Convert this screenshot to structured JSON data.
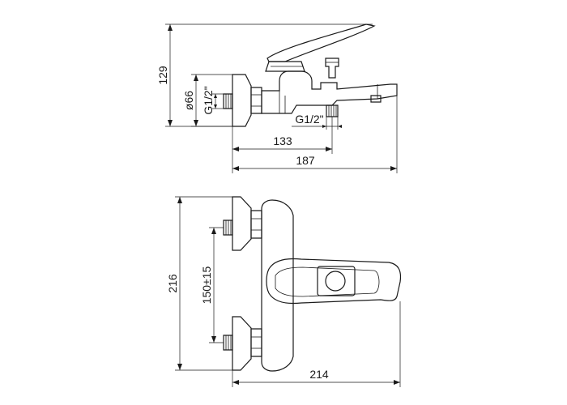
{
  "side_view": {
    "height_dim": "129",
    "diameter_dim": "ø66",
    "inlet_thread": "G1/2\"",
    "outlet_thread": "G1/2\"",
    "outlet_offset_dim": "133",
    "length_dim": "187"
  },
  "top_view": {
    "height_dim": "216",
    "center_distance_dim": "150±15",
    "width_dim": "214"
  }
}
